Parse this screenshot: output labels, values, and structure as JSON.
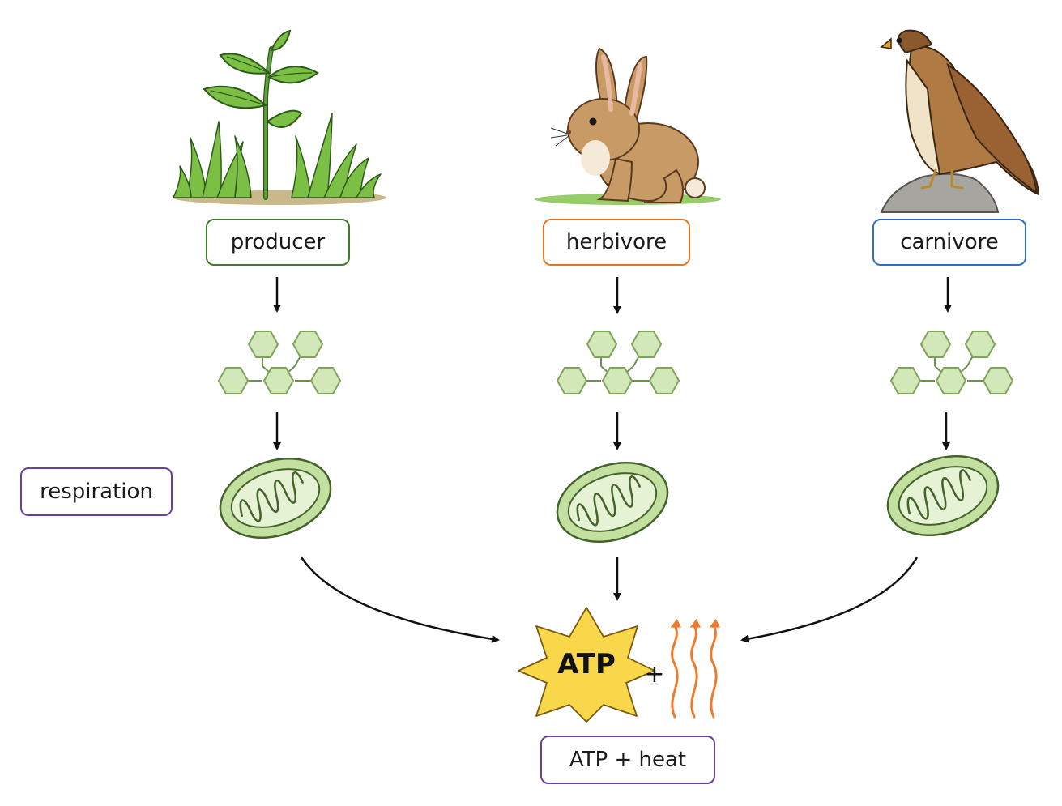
{
  "labels": {
    "producer": "producer",
    "herbivore": "herbivore",
    "carnivore": "carnivore",
    "respiration": "respiration",
    "result": "ATP + heat"
  },
  "atp": {
    "text": "ATP",
    "plus": "+"
  },
  "colors": {
    "producer_border": "#3f7d2a",
    "herbivore_border": "#e0792b",
    "carnivore_border": "#2f6fc4",
    "respiration_border": "#6a3fa0",
    "result_border": "#6a3fa0",
    "hexagon_fill": "#d3e8b8",
    "hexagon_stroke": "#7ea35a",
    "mitochondrion_fill": "#c4e0a0",
    "atp_burst": "#f9d74a",
    "heat": "#ef7a2a"
  },
  "icons": [
    "plant-icon",
    "rabbit-icon",
    "hawk-icon",
    "glucose-molecule-icon",
    "mitochondrion-icon",
    "atp-burst-icon",
    "heat-waves-icon"
  ]
}
